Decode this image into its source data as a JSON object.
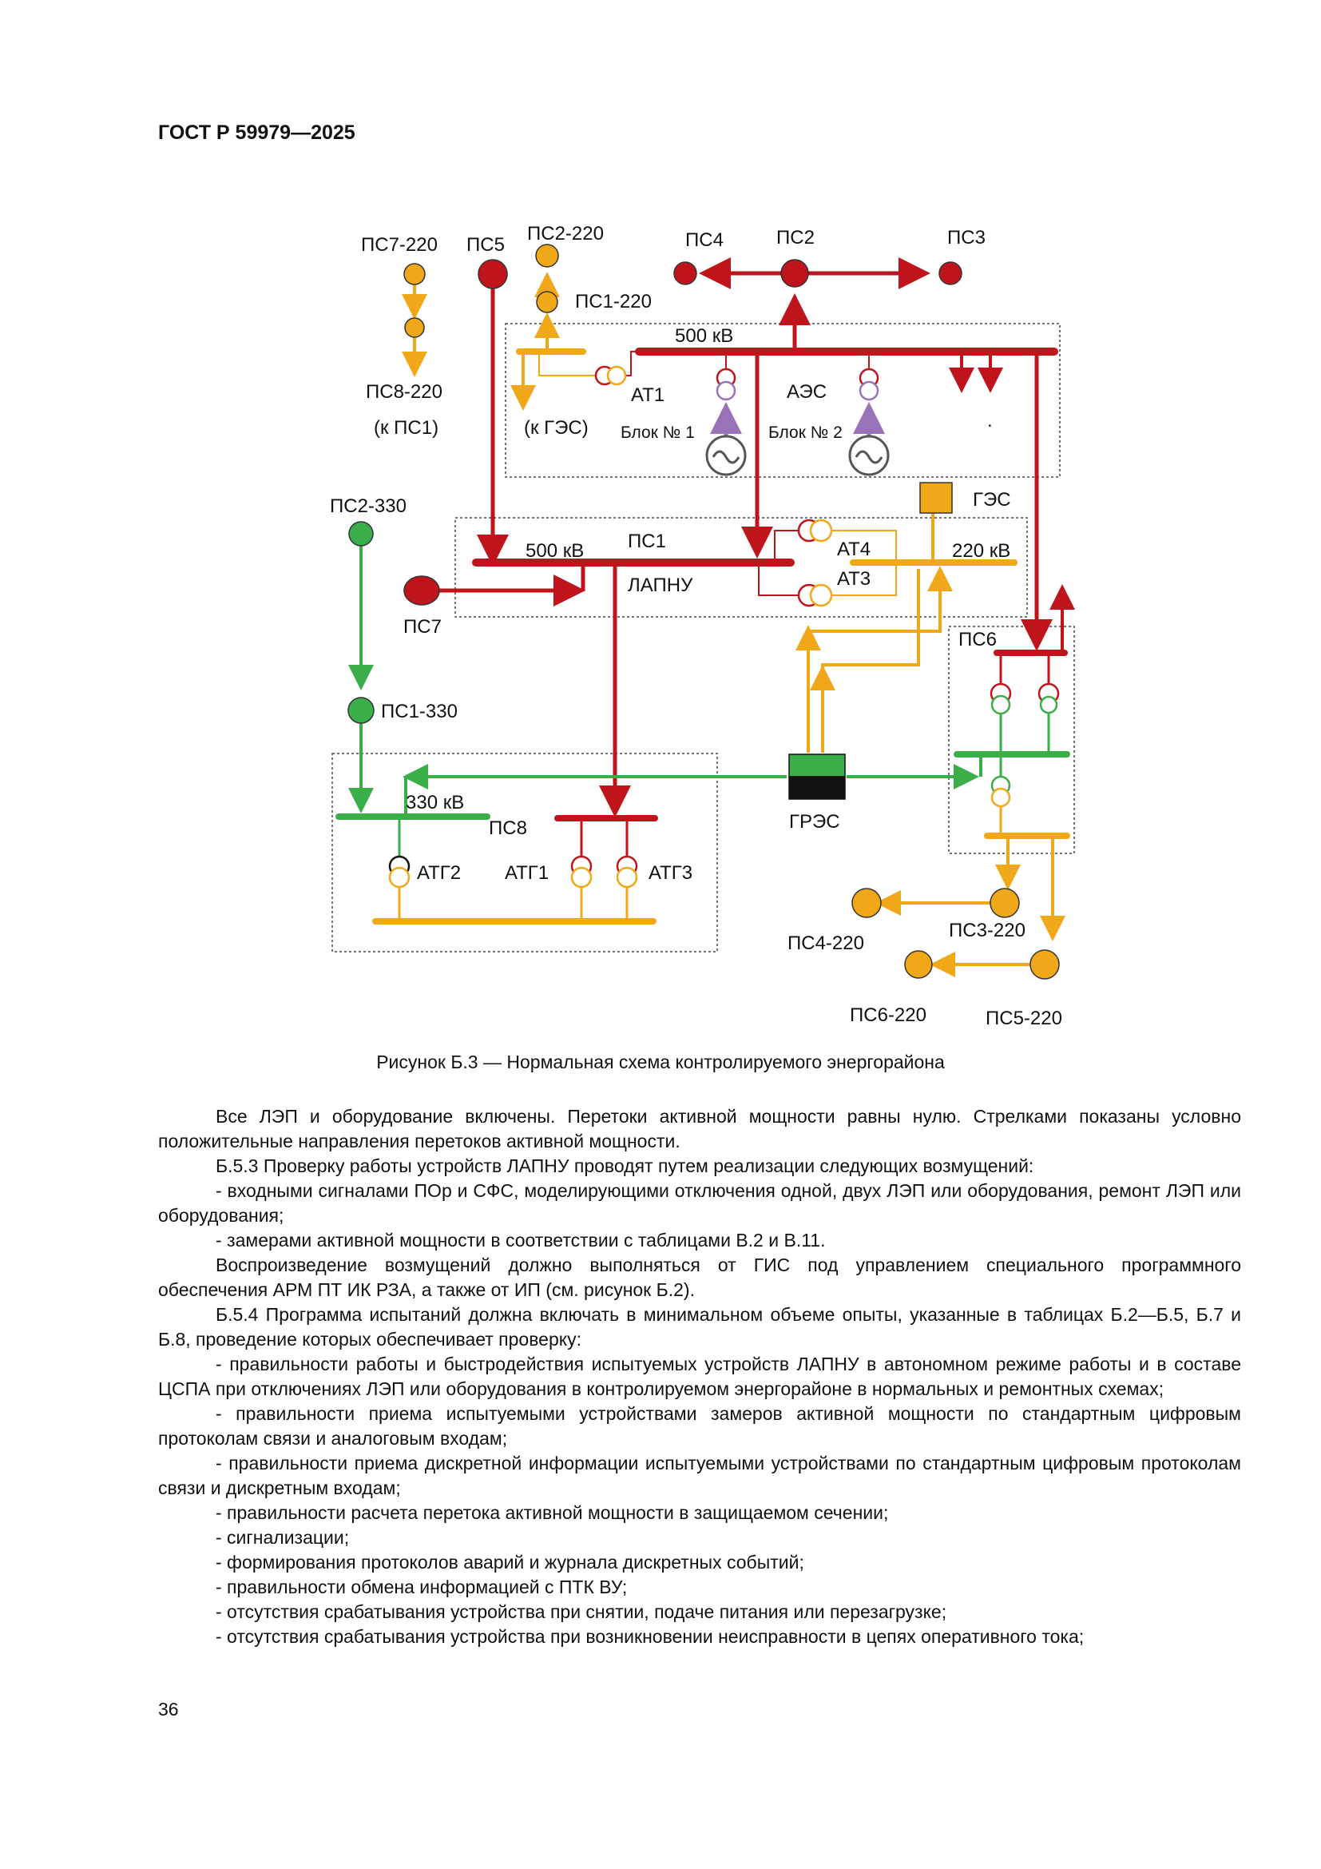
{
  "header": "ГОСТ Р 59979—2025",
  "figure": {
    "labels": {
      "ps7_220": "ПС7-220",
      "ps5": "ПС5",
      "ps2_220": "ПС2-220",
      "ps4": "ПС4",
      "ps2": "ПС2",
      "ps3": "ПС3",
      "ps1_220": "ПС1-220",
      "kv500_aes": "500 кВ",
      "at1": "АТ1",
      "aes": "АЭС",
      "ps8_220": "ПС8-220",
      "k_ps1": "(к ПС1)",
      "k_ges": "(к ГЭС)",
      "block1": "Блок № 1",
      "block2": "Блок № 2",
      "dot": ".",
      "ges": "ГЭС",
      "ps2_330": "ПС2-330",
      "ps1": "ПС1",
      "kv500_ps1": "500 кВ",
      "at4": "АТ4",
      "kv220": "220 кВ",
      "at3": "АТ3",
      "lapnu": "ЛАПНУ",
      "ps7": "ПС7",
      "ps6": "ПС6",
      "ps1_330": "ПС1-330",
      "kv330": "330 кВ",
      "ps8": "ПС8",
      "gres": "ГРЭС",
      "atg2": "АТГ2",
      "atg1": "АТГ1",
      "atg3": "АТГ3",
      "ps3_220": "ПС3-220",
      "ps4_220": "ПС4-220",
      "ps6_220": "ПС6-220",
      "ps5_220": "ПС5-220"
    },
    "colors": {
      "red": "#c0141c",
      "yellow": "#f0a818",
      "green": "#3aae48",
      "purple": "#9a72b8",
      "gray": "#555555"
    },
    "caption": "Рисунок Б.3 — Нормальная схема контролируемого энергорайона"
  },
  "paragraphs": [
    {
      "cls": "ind",
      "text": "Все ЛЭП и оборудование включены. Перетоки активной мощности равны нулю. Стрелками показаны условно положительные направления перетоков активной мощности."
    },
    {
      "cls": "ind",
      "text": "Б.5.3 Проверку работы устройств ЛАПНУ проводят путем реализации следующих возмущений:"
    },
    {
      "cls": "li",
      "text": "-  входными сигналами ПОр и СФС, моделирующими отключения одной, двух ЛЭП или оборудования, ремонт ЛЭП или оборудования;"
    },
    {
      "cls": "li",
      "text": "-  замерами активной мощности в соответствии с таблицами В.2 и В.11."
    },
    {
      "cls": "ind",
      "text": "Воспроизведение возмущений должно выполняться от ГИС под управлением специального программного обеспечения АРМ ПТ ИК РЗА, а также от ИП (см. рисунок Б.2)."
    },
    {
      "cls": "ind",
      "text": "Б.5.4 Программа испытаний должна включать в минимальном объеме опыты, указанные в таблицах Б.2—Б.5, Б.7 и Б.8, проведение которых обеспечивает проверку:"
    },
    {
      "cls": "li",
      "text": "-  правильности работы и быстродействия испытуемых устройств ЛАПНУ в автономном режиме работы и в составе ЦСПА при отключениях ЛЭП или оборудования в контролируемом энергорайоне в нормальных и ремонтных схемах;"
    },
    {
      "cls": "li",
      "text": "-  правильности приема испытуемыми устройствами замеров активной мощности по стандартным цифровым протоколам связи и аналоговым входам;"
    },
    {
      "cls": "li",
      "text": "-  правильности приема дискретной информации испытуемыми устройствами по стандартным цифровым протоколам связи и дискретным входам;"
    },
    {
      "cls": "li",
      "text": "-  правильности расчета перетока активной мощности в защищаемом сечении;"
    },
    {
      "cls": "li",
      "text": "-  сигнализации;"
    },
    {
      "cls": "li",
      "text": "-  формирования протоколов аварий и журнала дискретных событий;"
    },
    {
      "cls": "li",
      "text": "-  правильности обмена информацией с ПТК ВУ;"
    },
    {
      "cls": "li",
      "text": "-  отсутствия срабатывания устройства при снятии, подаче питания или перезагрузке;"
    },
    {
      "cls": "li",
      "text": "-  отсутствия срабатывания устройства при возникновении неисправности в цепях оперативного тока;"
    }
  ],
  "page_number": "36"
}
